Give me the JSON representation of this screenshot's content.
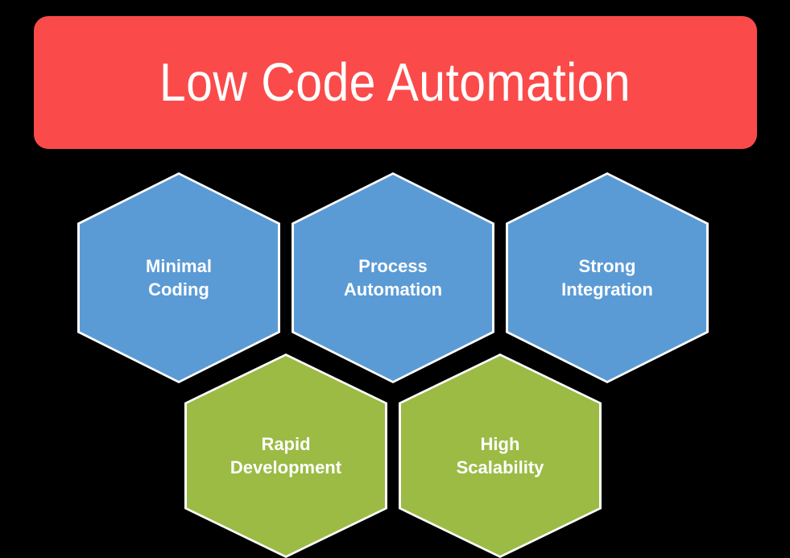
{
  "diagram": {
    "title": "Low Code Automation",
    "background_color": "#000000",
    "banner_color": "#FB4A4A",
    "banner_text_color": "#FFFFFF",
    "blue_color": "#5B9BD5",
    "green_color": "#9BBB45",
    "node_text_color": "#FFFFFF",
    "nodes": [
      {
        "label": "Minimal\nCoding",
        "color_group": "blue",
        "row": 1,
        "column": 1
      },
      {
        "label": "Process\nAutomation",
        "color_group": "blue",
        "row": 1,
        "column": 2
      },
      {
        "label": "Strong\nIntegration",
        "color_group": "blue",
        "row": 1,
        "column": 3
      },
      {
        "label": "Rapid\nDevelopment",
        "color_group": "green",
        "row": 2,
        "column": 1
      },
      {
        "label": "High\nScalability",
        "color_group": "green",
        "row": 2,
        "column": 2
      }
    ]
  }
}
